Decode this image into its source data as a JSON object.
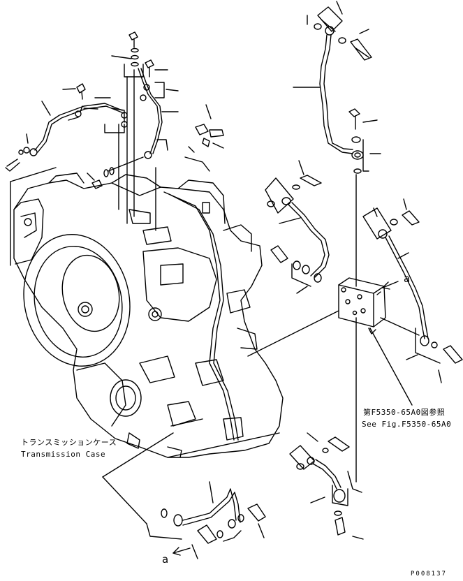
{
  "labels": {
    "transmission_case_jp": "トランスミッションケース",
    "transmission_case_en": "Transmission Case",
    "see_fig_jp": "第F5350-65A0図参照",
    "see_fig_en": "See Fig.F5350-65A0",
    "ref_a_right": "a",
    "ref_a_bottom": "a",
    "page_id": "P008137"
  },
  "colors": {
    "line": "#000000",
    "background": "#ffffff"
  }
}
